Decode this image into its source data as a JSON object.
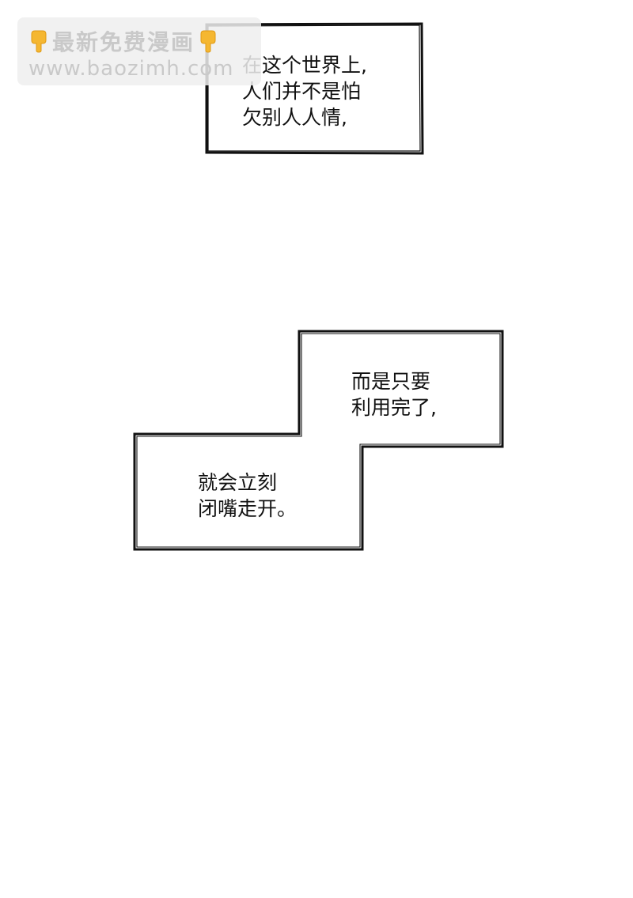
{
  "watermark": {
    "title": "最新免费漫画",
    "url": "www.baozimh.com",
    "hand_icon": "pointing-down-hand-icon",
    "hand_color": "#f5b731"
  },
  "captions": [
    {
      "lines": [
        "在这个世界上,",
        "人们并不是怕",
        "欠别人人情,"
      ]
    },
    {
      "lines": [
        "而是只要",
        "利用完了,"
      ]
    },
    {
      "lines": [
        "就会立刻",
        "闭嘴走开。"
      ]
    }
  ],
  "colors": {
    "background": "#ffffff",
    "border": "#111111",
    "text": "#111111",
    "watermark_text": "#c9c9c9"
  }
}
